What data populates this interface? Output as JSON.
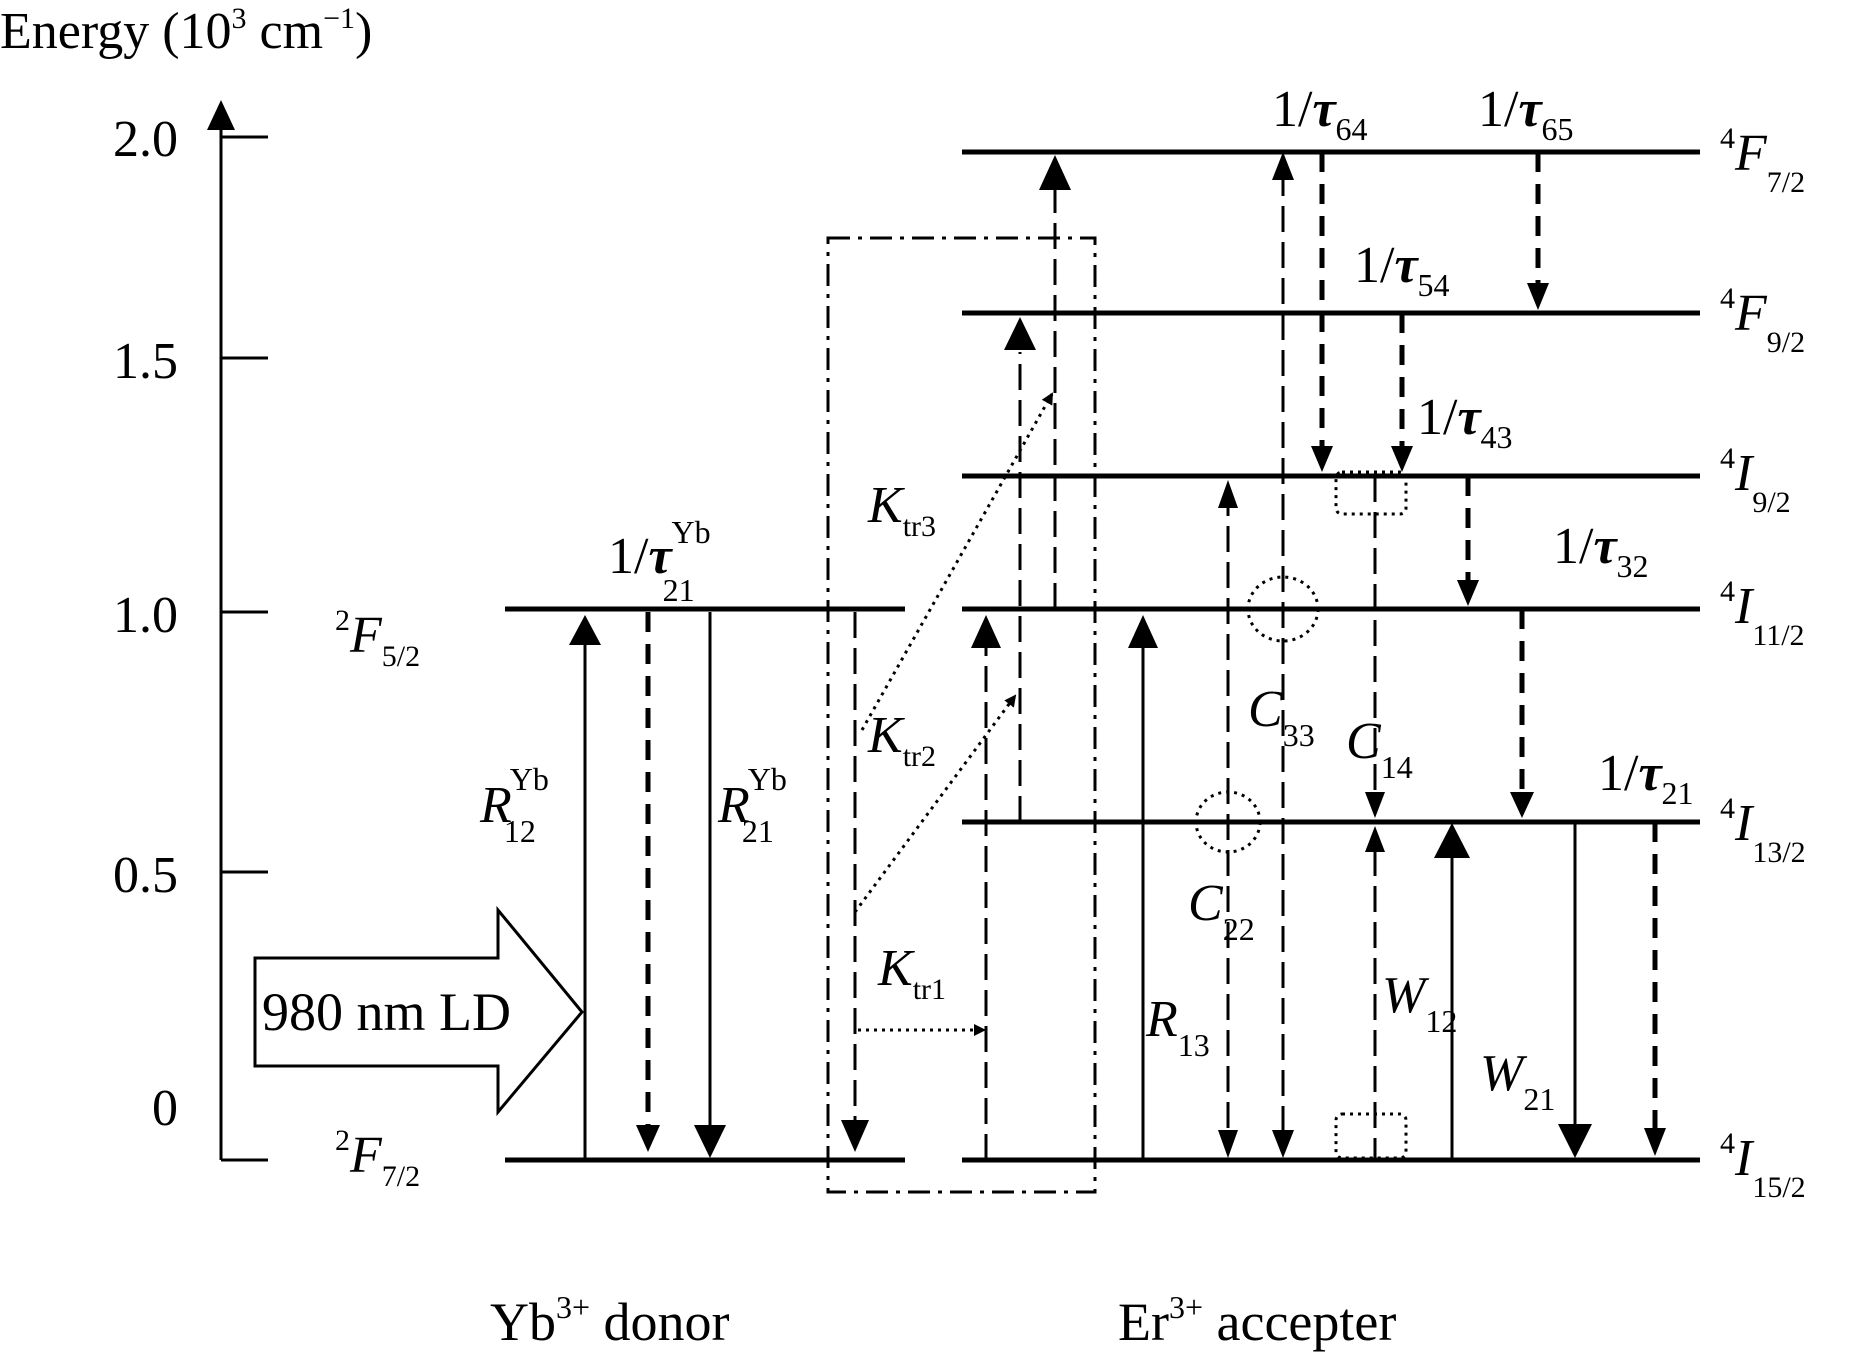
{
  "axis": {
    "title": "Energy (10",
    "title_sup": "3",
    "title_unit": " cm",
    "title_unit_sup": "−1",
    "title_close": ")",
    "ticks": [
      "2.0",
      "1.5",
      "1.0",
      "0.5",
      "0"
    ]
  },
  "yb": {
    "name": "Yb",
    "name_sup": "3+",
    "name_suffix": " donor",
    "upper": {
      "sup": "2",
      "term": "F",
      "sub": "5/2"
    },
    "lower": {
      "sup": "2",
      "term": "F",
      "sub": "7/2"
    },
    "decay_label": {
      "prefix": "1/",
      "tau": "τ",
      "sub": "21",
      "sup": "Yb"
    },
    "r12": {
      "sym": "R",
      "sub": "12",
      "sup": "Yb"
    },
    "r21": {
      "sym": "R",
      "sub": "21",
      "sup": "Yb"
    },
    "pump_label": "980 nm LD"
  },
  "er": {
    "name": "Er",
    "name_sup": "3+",
    "name_suffix": " accepter",
    "levels": [
      {
        "sup": "4",
        "term": "F",
        "sub": "7/2"
      },
      {
        "sup": "4",
        "term": "F",
        "sub": "9/2"
      },
      {
        "sup": "4",
        "term": "I",
        "sub": "9/2"
      },
      {
        "sup": "4",
        "term": "I",
        "sub": "11/2"
      },
      {
        "sup": "4",
        "term": "I",
        "sub": "13/2"
      },
      {
        "sup": "4",
        "term": "I",
        "sub": "15/2"
      }
    ],
    "tau64": {
      "prefix": "1/",
      "tau": "τ",
      "sub": "64"
    },
    "tau65": {
      "prefix": "1/",
      "tau": "τ",
      "sub": "65"
    },
    "tau54": {
      "prefix": "1/",
      "tau": "τ",
      "sub": "54"
    },
    "tau43": {
      "prefix": "1/",
      "tau": "τ",
      "sub": "43"
    },
    "tau32": {
      "prefix": "1/",
      "tau": "τ",
      "sub": "32"
    },
    "tau21": {
      "prefix": "1/",
      "tau": "τ",
      "sub": "21"
    },
    "c33": {
      "sym": "C",
      "sub": "33"
    },
    "c14": {
      "sym": "C",
      "sub": "14"
    },
    "c22": {
      "sym": "C",
      "sub": "22"
    },
    "r13": {
      "sym": "R",
      "sub": "13"
    },
    "w12": {
      "sym": "W",
      "sub": "12"
    },
    "w21": {
      "sym": "W",
      "sub": "21"
    }
  },
  "transfer": {
    "ktr1": {
      "sym": "K",
      "sub": "tr1"
    },
    "ktr2": {
      "sym": "K",
      "sub": "tr2"
    },
    "ktr3": {
      "sym": "K",
      "sub": "tr3"
    }
  }
}
